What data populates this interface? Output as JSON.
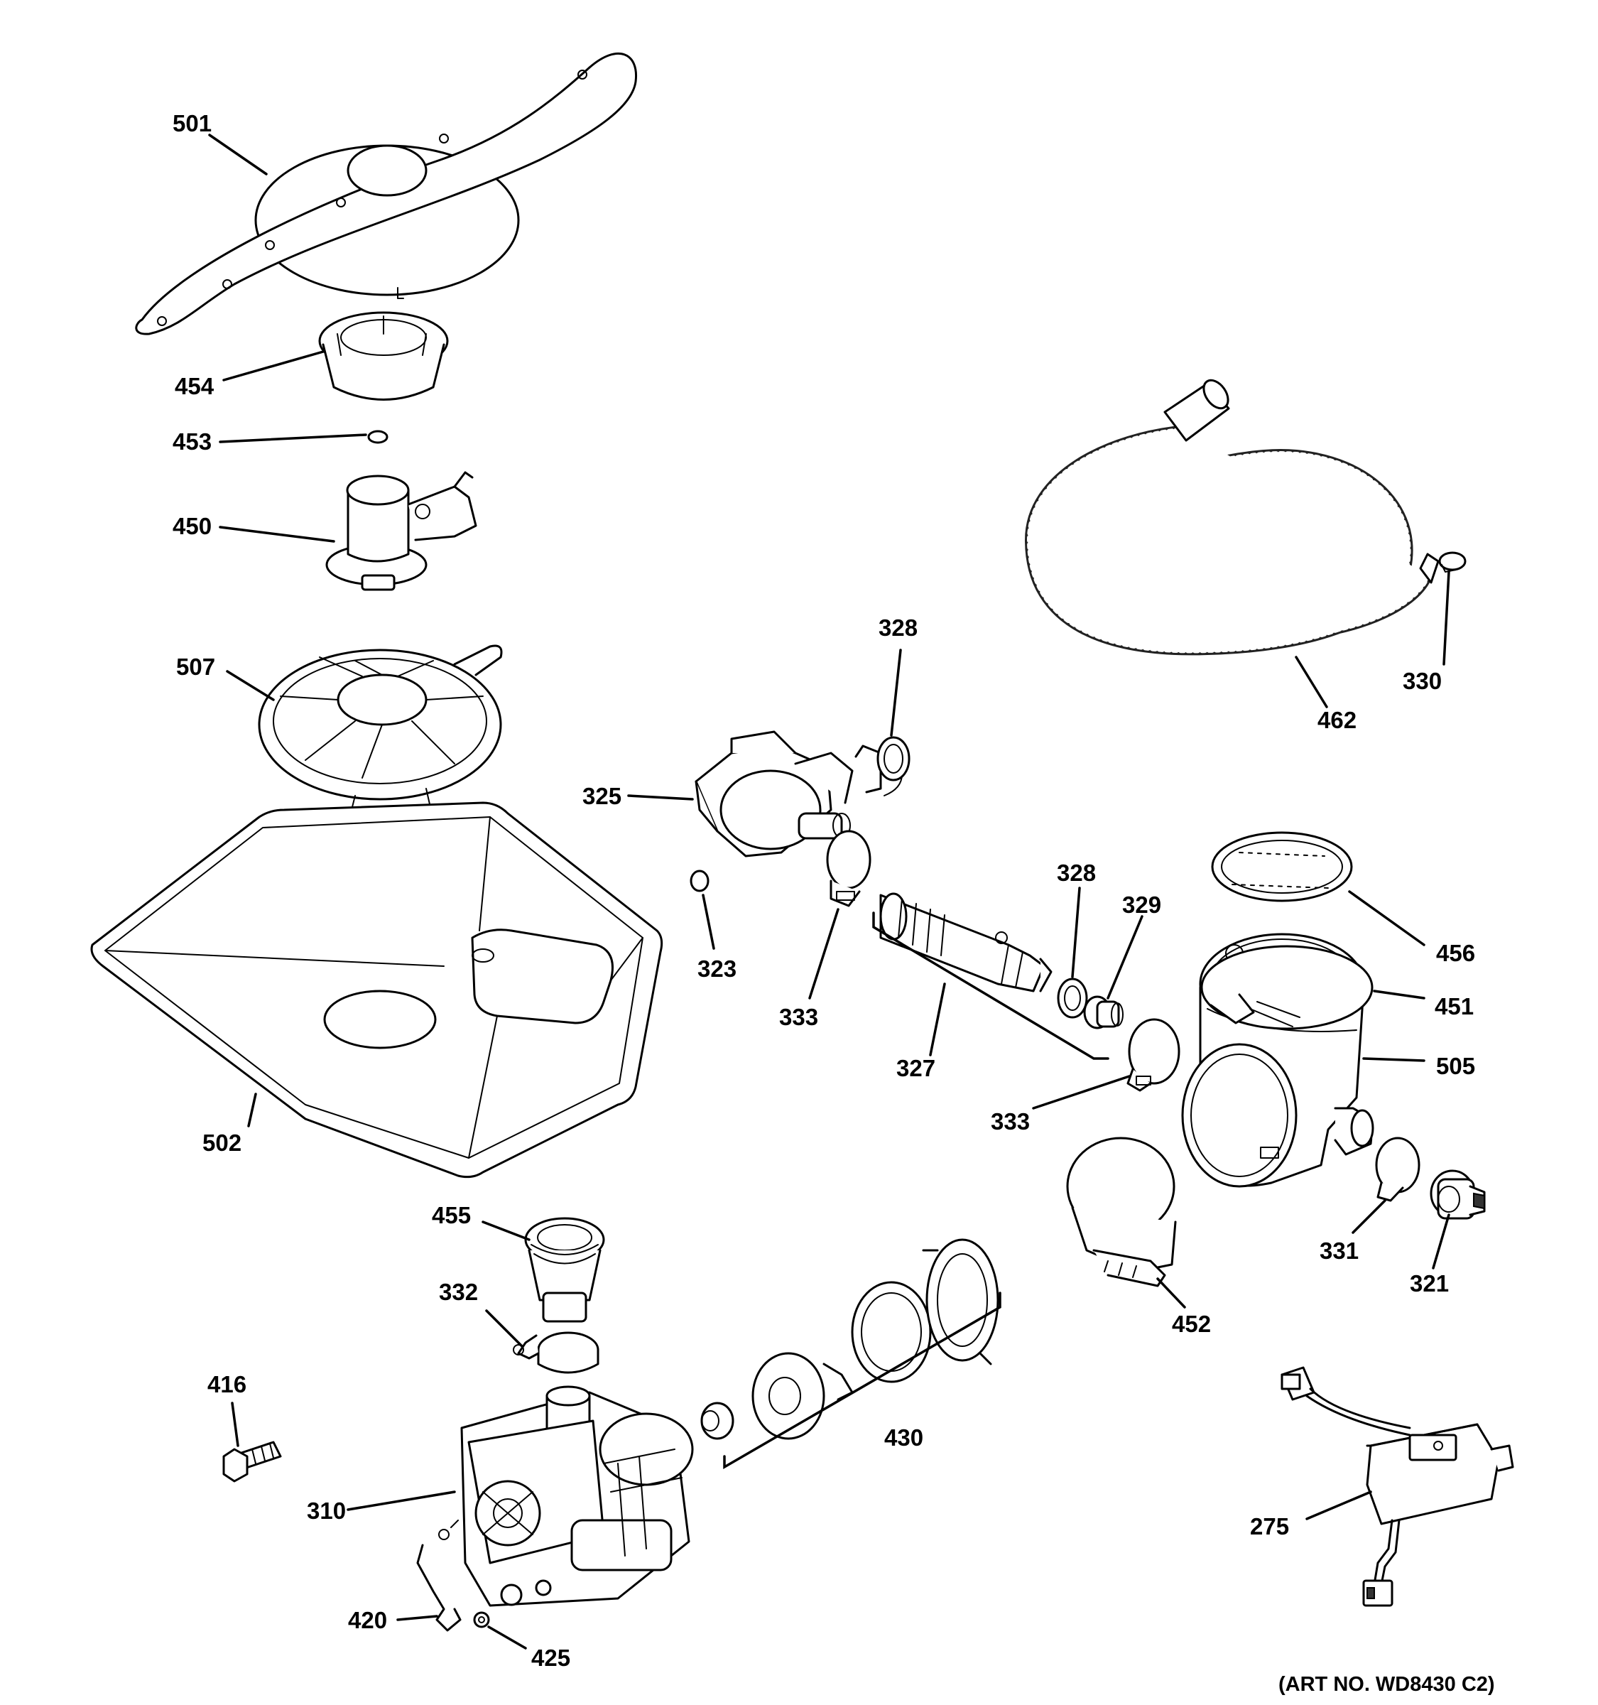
{
  "art_number": "(ART NO. WD8430 C2)",
  "callouts": {
    "c501": "501",
    "c454": "454",
    "c453": "453",
    "c450": "450",
    "c507": "507",
    "c502": "502",
    "c455": "455",
    "c332": "332",
    "c416": "416",
    "c310": "310",
    "c420": "420",
    "c425": "425",
    "c325": "325",
    "c323": "323",
    "c333a": "333",
    "c328a": "328",
    "c328b": "328",
    "c329": "329",
    "c327": "327",
    "c333b": "333",
    "c430": "430",
    "c462": "462",
    "c330": "330",
    "c456": "456",
    "c451": "451",
    "c505": "505",
    "c331": "331",
    "c321": "321",
    "c452": "452",
    "c275": "275"
  }
}
